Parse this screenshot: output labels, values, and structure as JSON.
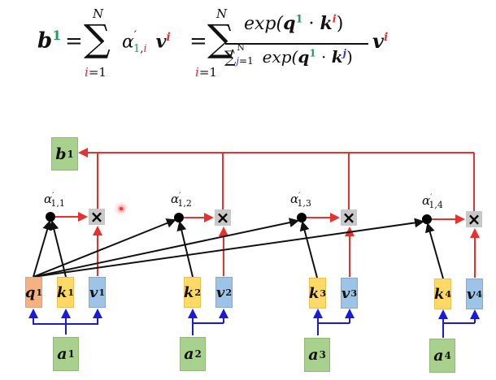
{
  "formula": {
    "lhs": {
      "symbol": "b",
      "superscript": "1"
    },
    "sum1": {
      "upper": "N",
      "lower_var": "i",
      "lower_rest": "=1"
    },
    "term1": {
      "alpha": "α",
      "prime": "′",
      "sub_1": "1",
      "sub_comma": ",",
      "sub_i": "i",
      "v": "v",
      "v_sup": "i"
    },
    "sum2": {
      "upper": "N",
      "lower_var": "i",
      "lower_rest": "=1"
    },
    "numerator": {
      "exp": "exp(",
      "q": "q",
      "q_sup": "1",
      "dot": " · ",
      "k": "k",
      "k_sup": "i",
      "close": ")"
    },
    "denominator": {
      "sigma": "∑",
      "sigma_sup": "N",
      "sigma_sub_var": "j",
      "sigma_sub_rest": "=1",
      "exp": " exp(",
      "q": "q",
      "q_sup": "1",
      "dot": " · ",
      "k": "k",
      "k_sup": "j",
      "close": ")"
    },
    "trailing": {
      "v": "v",
      "v_sup": "i"
    },
    "equals": "="
  },
  "diagram": {
    "output": {
      "symbol": "b",
      "superscript": "1"
    },
    "alphas": [
      {
        "alpha": "α",
        "prime": "′",
        "sub": "1,1"
      },
      {
        "alpha": "α",
        "prime": "′",
        "sub": "1,2"
      },
      {
        "alpha": "α",
        "prime": "′",
        "sub": "1,3"
      },
      {
        "alpha": "α",
        "prime": "′",
        "sub": "1,4"
      }
    ],
    "multiply_symbol": "×",
    "query": {
      "symbol": "q",
      "superscript": "1"
    },
    "keys": [
      {
        "symbol": "k",
        "superscript": "1"
      },
      {
        "symbol": "k",
        "superscript": "2"
      },
      {
        "symbol": "k",
        "superscript": "3"
      },
      {
        "symbol": "k",
        "superscript": "4"
      }
    ],
    "values": [
      {
        "symbol": "v",
        "superscript": "1"
      },
      {
        "symbol": "v",
        "superscript": "2"
      },
      {
        "symbol": "v",
        "superscript": "3"
      },
      {
        "symbol": "v",
        "superscript": "4"
      }
    ],
    "inputs": [
      {
        "symbol": "a",
        "superscript": "1"
      },
      {
        "symbol": "a",
        "superscript": "2"
      },
      {
        "symbol": "a",
        "superscript": "3"
      },
      {
        "symbol": "a",
        "superscript": "4"
      }
    ]
  },
  "colors": {
    "query_box": "#f4b183",
    "key_box": "#ffd966",
    "value_box": "#9dc3e6",
    "input_box": "#a9d18e",
    "red_arrows": "#e8312f",
    "blue_arrows": "#1a1adc",
    "black_lines": "#111111",
    "index_green": "#17a05d",
    "index_red": "#e8312f",
    "index_blue": "#2a3bd6"
  }
}
